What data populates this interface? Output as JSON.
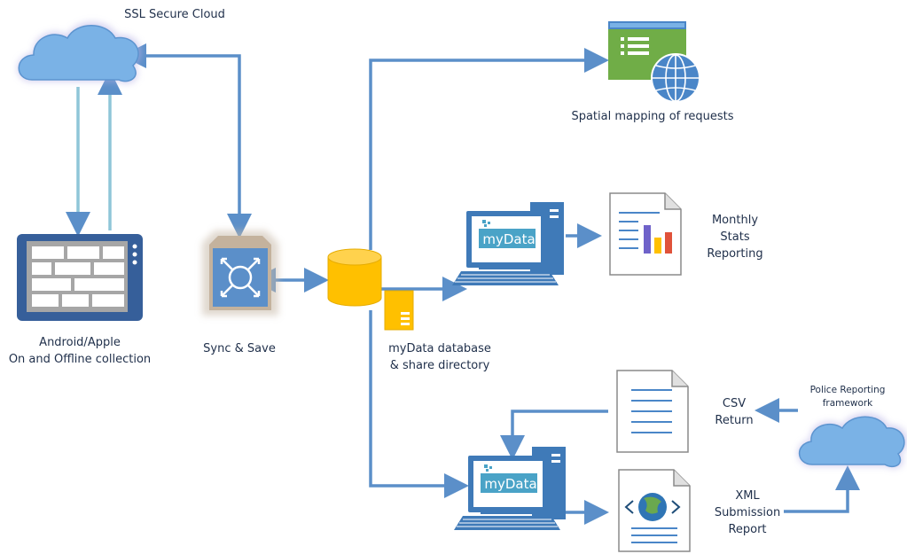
{
  "labels": {
    "cloud_top": "SSL Secure Cloud",
    "device_line1": "Android/Apple",
    "device_line2": "On and Offline collection",
    "sync": "Sync & Save",
    "db_line1": "myData database",
    "db_line2": "& share directory",
    "spatial": "Spatial mapping of requests",
    "stats_line1": "Monthly",
    "stats_line2": "Stats",
    "stats_line3": "Reporting",
    "csv_line1": "CSV",
    "csv_line2": "Return",
    "xml_line1": "XML",
    "xml_line2": "Submission",
    "xml_line3": "Report",
    "police_line1": "Police Reporting",
    "police_line2": "framework",
    "brand_computer_1": "myData",
    "brand_computer_2": "myData"
  },
  "colors": {
    "connector": "#5b8fc9",
    "cloud": "#7ab2e6",
    "database": "#ffc000",
    "map_panel": "#70ad47",
    "globe": "#4a86c8",
    "tablet": "#365f9a",
    "computer": "#3f7ab8"
  }
}
